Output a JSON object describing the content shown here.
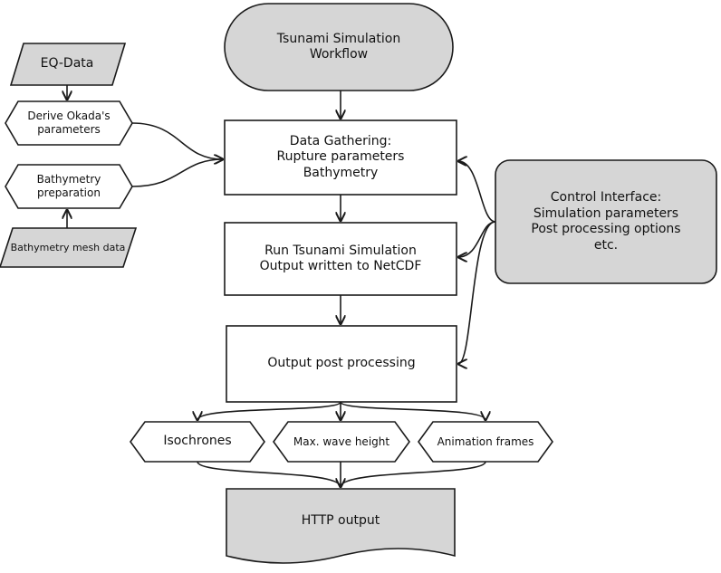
{
  "diagram": {
    "start": {
      "lines": [
        "Tsunami Simulation",
        "Workflow"
      ]
    },
    "eq_data": {
      "label": "EQ-Data"
    },
    "okada": {
      "lines": [
        "Derive Okada's",
        "parameters"
      ]
    },
    "bathy_prep": {
      "lines": [
        "Bathymetry",
        "preparation"
      ]
    },
    "bathy_mesh": {
      "label": "Bathymetry mesh data"
    },
    "gathering": {
      "lines": [
        "Data Gathering:",
        "Rupture parameters",
        "Bathymetry"
      ]
    },
    "run_sim": {
      "lines": [
        "Run Tsunami Simulation",
        "Output written to NetCDF"
      ]
    },
    "post": {
      "label": "Output post processing"
    },
    "control": {
      "lines": [
        "Control Interface:",
        "Simulation parameters",
        "Post processing options",
        "etc."
      ]
    },
    "isochrones": {
      "label": "Isochrones"
    },
    "max_wave": {
      "label": "Max. wave height"
    },
    "animation": {
      "label": "Animation frames"
    },
    "http": {
      "label": "HTTP output"
    }
  },
  "colors": {
    "fill_grey": "#d6d6d6",
    "fill_white": "#ffffff",
    "stroke": "#1a1a1a"
  }
}
